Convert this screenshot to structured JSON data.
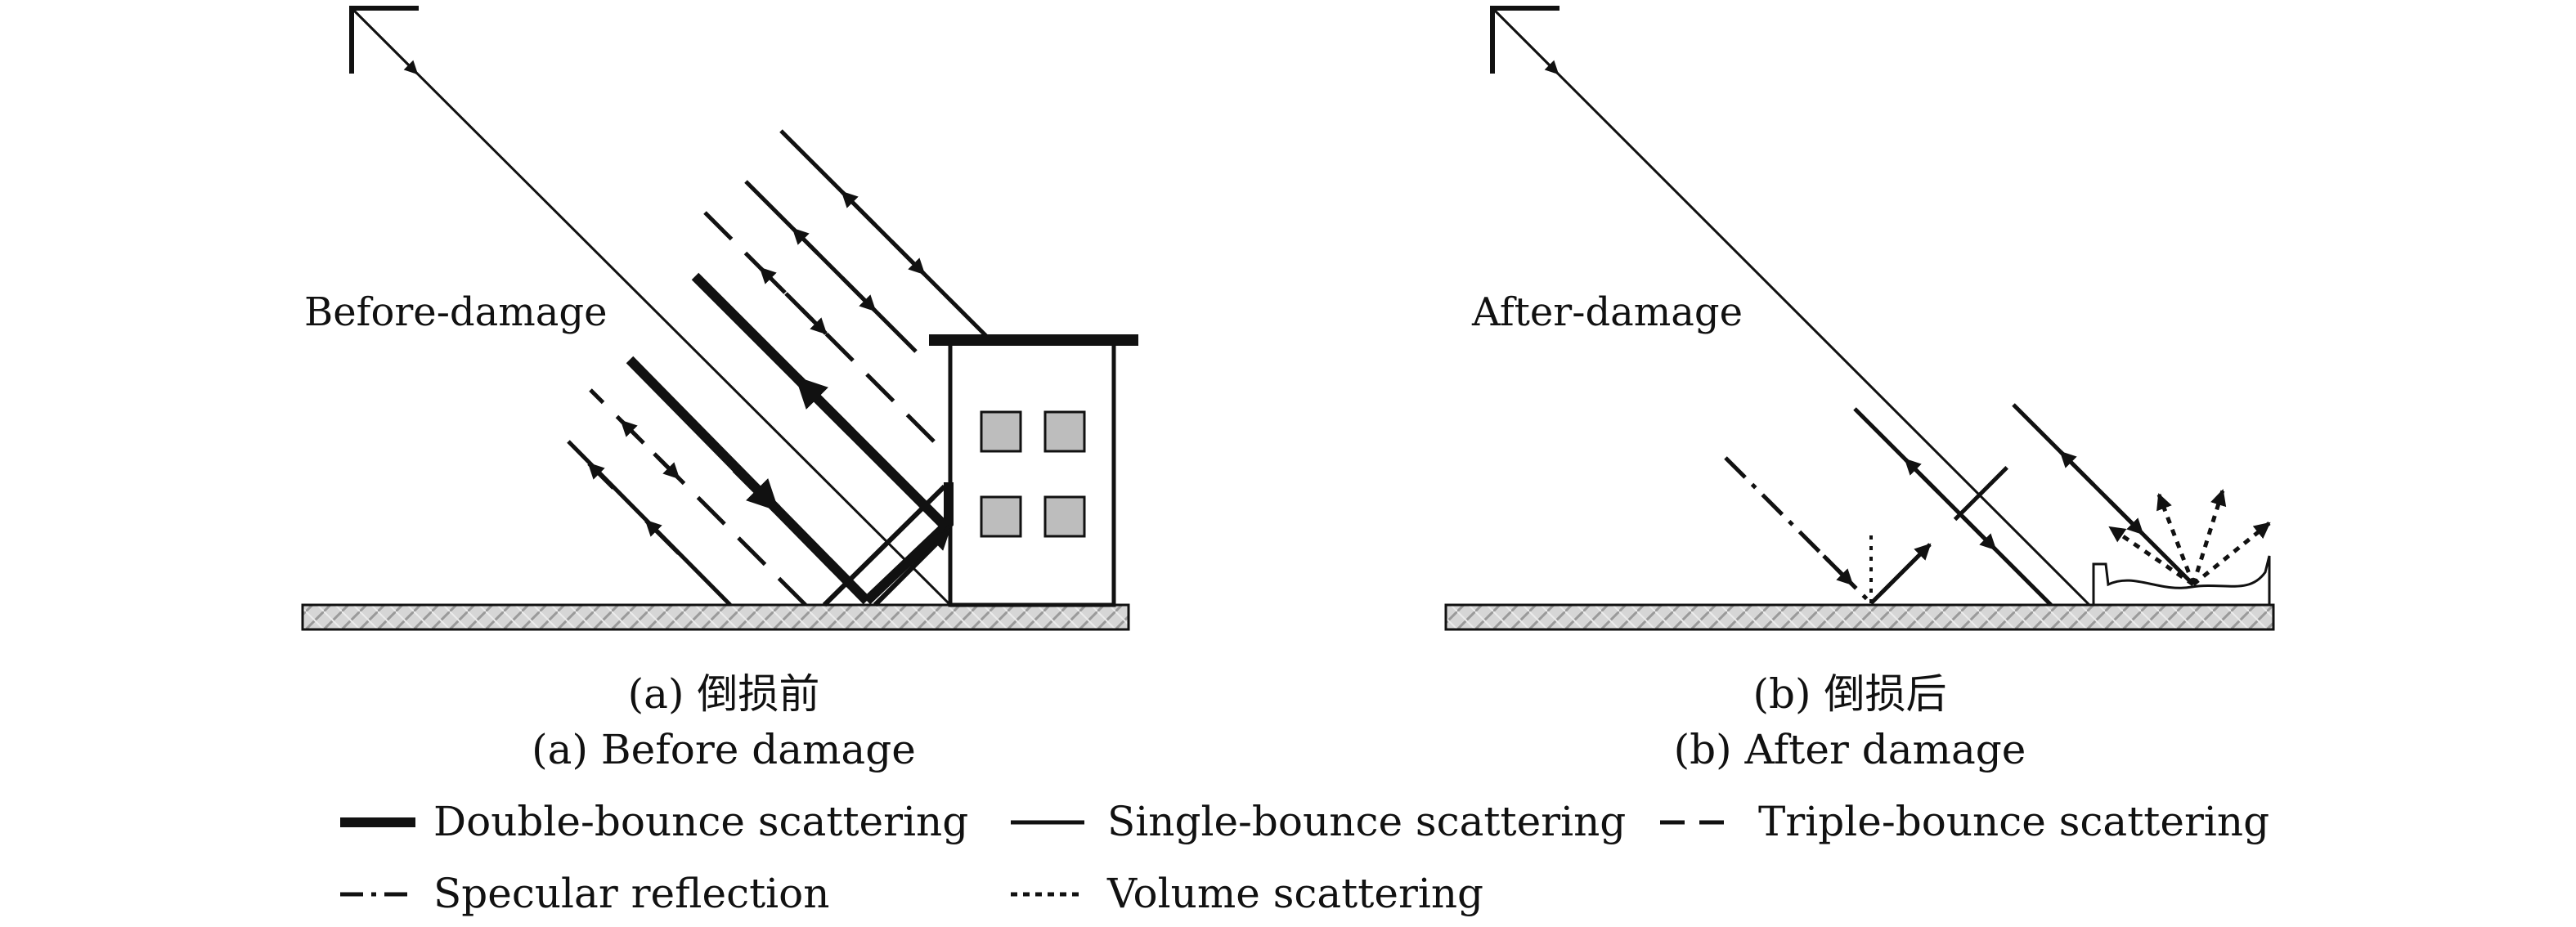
{
  "panels": [
    {
      "label": "Before-damage",
      "caption_cn": "(a) 倒损前",
      "caption_en": "(a) Before damage"
    },
    {
      "label": "After-damage",
      "caption_cn": "(b) 倒损后",
      "caption_en": "(b) After damage"
    }
  ],
  "legend": [
    {
      "key": "double",
      "label": "Double-bounce scattering",
      "style": "thick solid"
    },
    {
      "key": "single",
      "label": "Single-bounce scattering",
      "style": "solid"
    },
    {
      "key": "triple",
      "label": "Triple-bounce scattering",
      "style": "dashed"
    },
    {
      "key": "specular",
      "label": "Specular reflection",
      "style": "dash-dot"
    },
    {
      "key": "volume",
      "label": "Volume scattering",
      "style": "dotted"
    }
  ],
  "colors": {
    "line": "#111111",
    "ground_hatch": "#9a9a9a",
    "window_fill": "#bdbdbd",
    "background": "#ffffff"
  }
}
